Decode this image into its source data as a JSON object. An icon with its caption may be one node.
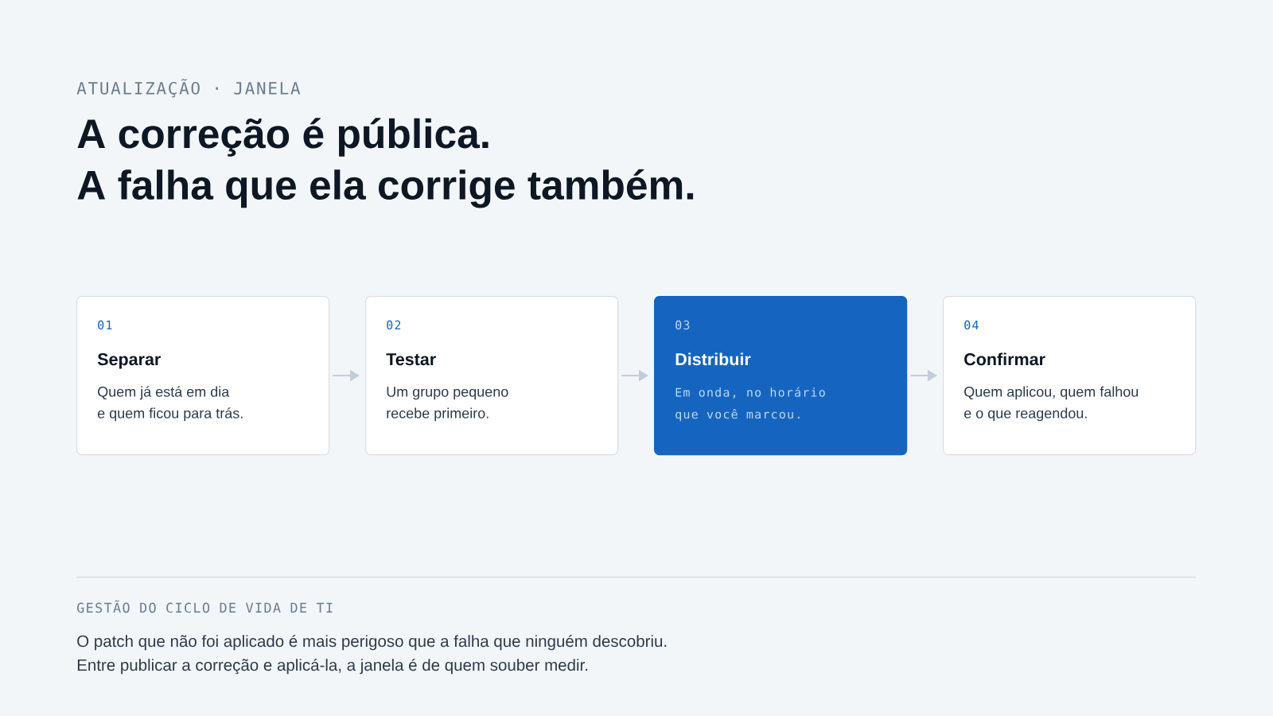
{
  "diagram": {
    "title": "A correção é pública. A falha que ela corrige também.",
    "nodes": [
      {
        "text": [
          "01",
          "Separar",
          "Quem já está em dia e quem ficou para trás."
        ]
      },
      {
        "text": [
          "02",
          "Testar",
          "Um grupo pequeno recebe primeiro."
        ]
      },
      {
        "text": [
          "03",
          "Distribuir",
          "Em onda, no horário que você marcou."
        ]
      },
      {
        "text": [
          "04",
          "Confirmar",
          "Quem aplicou, quem falhou e o que reagendou."
        ]
      }
    ],
    "edges": [
      {
        "from": 0,
        "to": 1,
        "arrow": "to"
      },
      {
        "from": 1,
        "to": 2,
        "arrow": "to"
      },
      {
        "from": 2,
        "to": 3,
        "arrow": "to"
      }
    ],
    "labels": [
      "ATUALIZAÇÃO · JANELA",
      "GESTÃO DO CICLO DE VIDA DE TI",
      "O patch que não foi aplicado é mais perigoso que a falha que ninguém descobriu. Entre publicar a correção e aplicá-la, a janela é de quem souber medir."
    ]
  }
}
